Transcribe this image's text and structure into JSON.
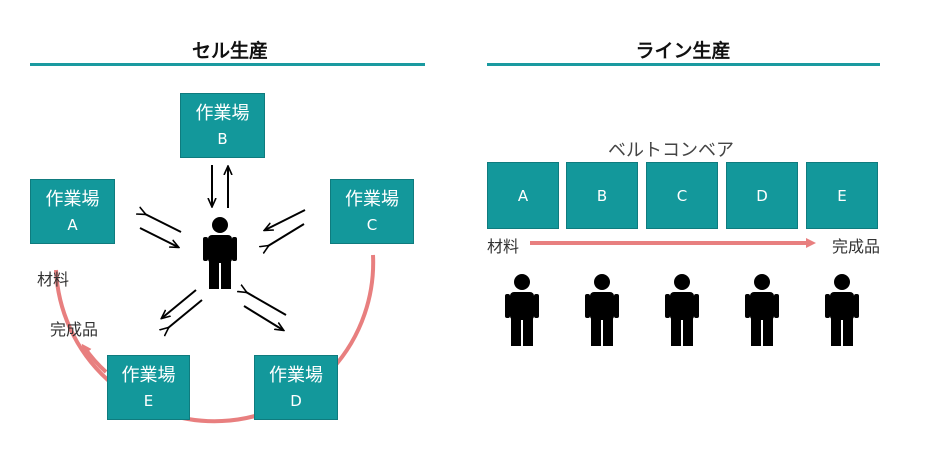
{
  "left": {
    "title": "セル生産",
    "workstations": [
      {
        "name": "作業場",
        "letter": "B"
      },
      {
        "name": "作業場",
        "letter": "A"
      },
      {
        "name": "作業場",
        "letter": "C"
      },
      {
        "name": "作業場",
        "letter": "E"
      },
      {
        "name": "作業場",
        "letter": "D"
      }
    ],
    "material_label": "材料",
    "product_label": "完成品"
  },
  "right": {
    "title": "ライン生産",
    "belt_label": "ベルトコンベア",
    "stations": [
      "A",
      "B",
      "C",
      "D",
      "E"
    ],
    "material_label": "材料",
    "product_label": "完成品",
    "worker_count": 5
  },
  "colors": {
    "teal": "#13989b",
    "flow_arrow": "#e87f7f",
    "rule": "#1a9aa0"
  }
}
